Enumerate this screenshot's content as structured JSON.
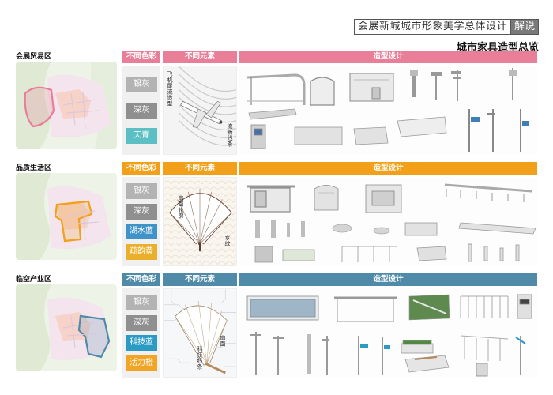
{
  "header": {
    "title": "会展新城城市形象美学总体设计",
    "tag": "解说",
    "subtitle": "城市家具造型总览"
  },
  "columns": {
    "colors": "不同色彩",
    "elements": "不同元素",
    "design": "造型设计"
  },
  "sections": [
    {
      "area": "会展贸易区",
      "accent": "#e87e98",
      "swatches": [
        {
          "label": "银灰",
          "color": "#b3b3b3"
        },
        {
          "label": "深灰",
          "color": "#8f8f8f"
        },
        {
          "label": "天青",
          "color": "#5bbfc3"
        }
      ],
      "element_labels": [
        "飞机尾流造型",
        "流畅线条"
      ]
    },
    {
      "area": "品质生活区",
      "accent": "#f2a01a",
      "swatches": [
        {
          "label": "银灰",
          "color": "#b3b3b3"
        },
        {
          "label": "深灰",
          "color": "#8f8f8f"
        },
        {
          "label": "湖水蓝",
          "color": "#3f93c8"
        },
        {
          "label": "疏韵黄",
          "color": "#eab02c"
        }
      ],
      "element_labels": [
        "扇面轮廓",
        "水纹"
      ]
    },
    {
      "area": "临空产业区",
      "accent": "#4f8aa9",
      "swatches": [
        {
          "label": "银灰",
          "color": "#b3b3b3"
        },
        {
          "label": "深灰",
          "color": "#8f8f8f"
        },
        {
          "label": "科技蓝",
          "color": "#2b9ac4"
        },
        {
          "label": "活力橙",
          "color": "#f2a427"
        }
      ],
      "element_labels": [
        "科技线条",
        "扇面"
      ]
    }
  ]
}
